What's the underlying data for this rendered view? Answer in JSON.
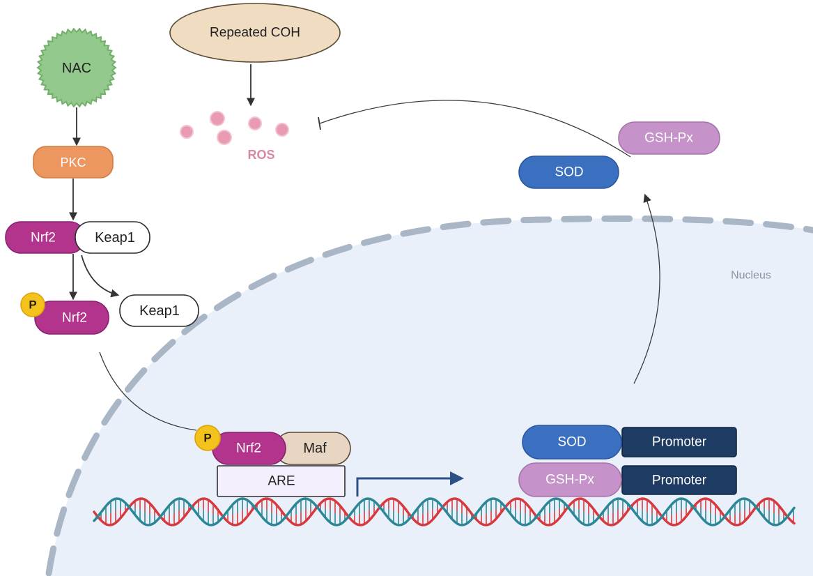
{
  "diagram": {
    "nac": {
      "label": "NAC"
    },
    "pkc": {
      "label": "PKC"
    },
    "repeated_coh": {
      "label": "Repeated COH"
    },
    "ros": {
      "label": "ROS"
    },
    "keap1_complex": {
      "nrf2": "Nrf2",
      "keap1": "Keap1"
    },
    "phospho_nrf2": {
      "phospho": "P",
      "nrf2": "Nrf2"
    },
    "released_keap1": {
      "label": "Keap1"
    },
    "enzymes": {
      "gsh_px": "GSH-Px",
      "sod": "SOD"
    },
    "nucleus": {
      "label": "Nucleus"
    },
    "nuclear_complex": {
      "phospho": "P",
      "nrf2": "Nrf2",
      "maf": "Maf",
      "are": "ARE"
    },
    "genes": [
      {
        "gene": "SOD",
        "promoter": "Promoter"
      },
      {
        "gene": "GSH-Px",
        "promoter": "Promoter"
      }
    ]
  },
  "colors": {
    "nac": "#93c98c",
    "pkc": "#ec9760",
    "nrf2": "#b2348c",
    "keap1": "#ffffff",
    "phospho": "#f3c21c",
    "coh": "#efdcc1",
    "ros": "#e99cb1",
    "gsh_px": "#c592c9",
    "sod": "#3b70c0",
    "maf": "#e9d6c2",
    "are": "#f4effc",
    "promoter": "#1d3b63",
    "nucleus": "#eaf0f9",
    "membrane": "#a9b6c6",
    "dna_red": "#d63a3f",
    "dna_teal": "#2b8796",
    "transcription_arrow": "#2c4f86"
  }
}
